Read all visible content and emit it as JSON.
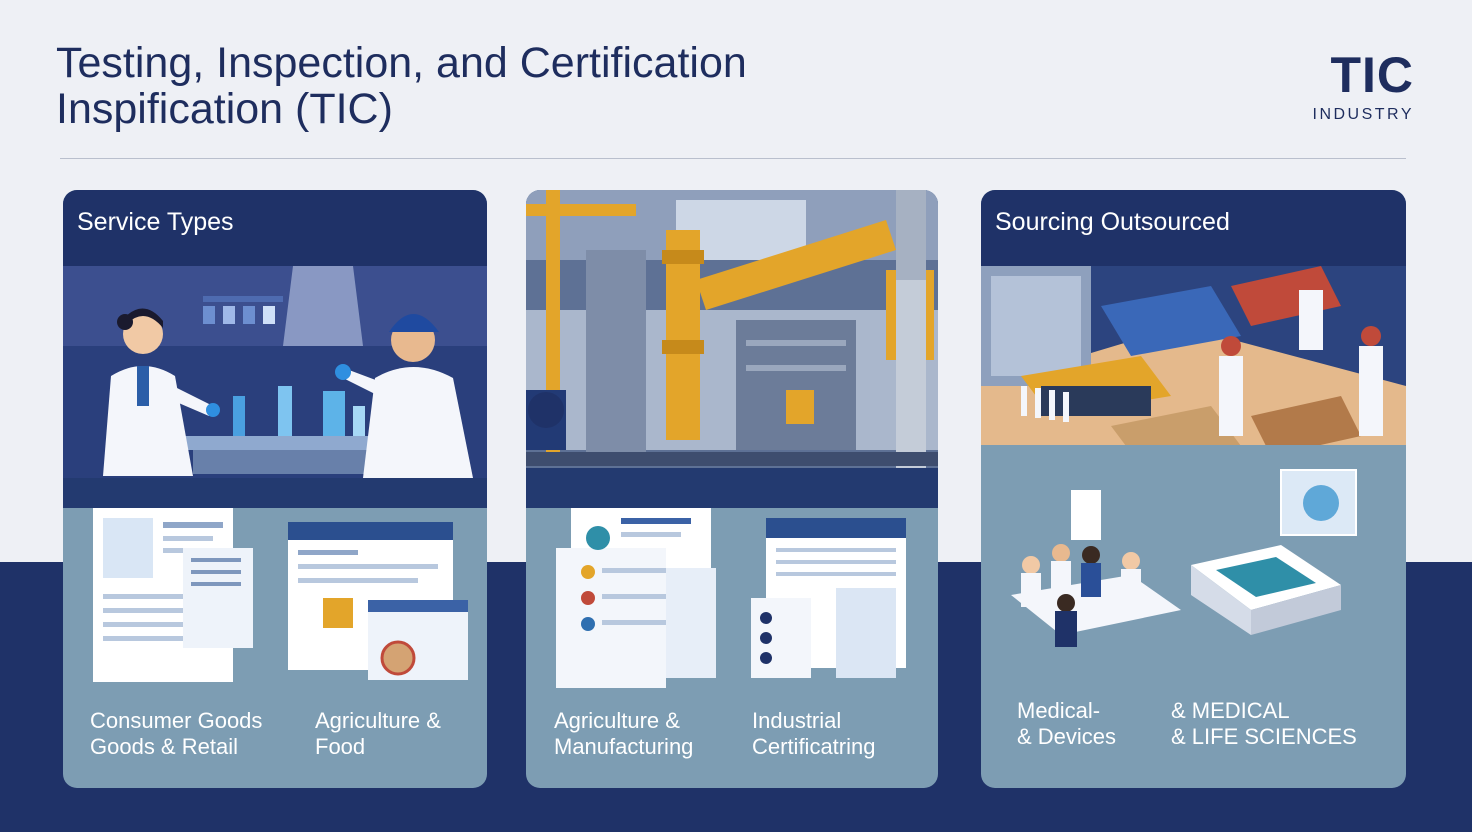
{
  "header": {
    "title_line1": "Testing, Inspection, and Certification",
    "title_line2": "Inspification (TIC)",
    "logo_main": "TIC",
    "logo_sub": "INDUSTRY"
  },
  "cards": [
    {
      "title": "Service Types",
      "labels": [
        {
          "line1": "Consumer Goods",
          "line2": "Goods & Retail"
        },
        {
          "line1": "Agriculture &",
          "line2": "Food"
        }
      ]
    },
    {
      "title": "",
      "labels": [
        {
          "line1": "Agriculture &",
          "line2": "Manufacturing"
        },
        {
          "line1": "Industrial",
          "line2": "Certificatring"
        }
      ]
    },
    {
      "title": "Sourcing Outsourced",
      "labels": [
        {
          "line1": "Medical-",
          "line2": "& Devices"
        },
        {
          "line1": "& MEDICAL",
          "line2": "& LIFE SCIENCES"
        }
      ]
    }
  ],
  "colors": {
    "navy": "#1f3268",
    "steel_blue": "#7d9db3",
    "page_bg": "#eef0f5",
    "accent_gold": "#e3a52a"
  }
}
